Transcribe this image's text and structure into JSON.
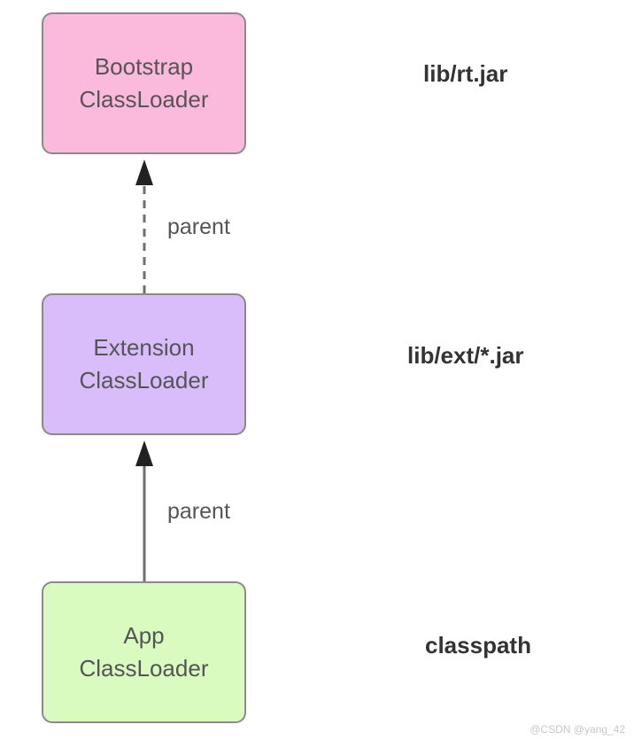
{
  "nodes": [
    {
      "line1": "Bootstrap",
      "line2": "ClassLoader",
      "path": "lib/rt.jar",
      "color": "#fbb9db"
    },
    {
      "line1": "Extension",
      "line2": "ClassLoader",
      "path": "lib/ext/*.jar",
      "color": "#d9bdfb"
    },
    {
      "line1": "App",
      "line2": "ClassLoader",
      "path": "classpath",
      "color": "#d9fbbf"
    }
  ],
  "edges": [
    {
      "from": "Extension ClassLoader",
      "to": "Bootstrap ClassLoader",
      "label": "parent",
      "style": "dashed"
    },
    {
      "from": "App ClassLoader",
      "to": "Extension ClassLoader",
      "label": "parent",
      "style": "solid"
    }
  ],
  "watermark": "@CSDN @yang_42"
}
